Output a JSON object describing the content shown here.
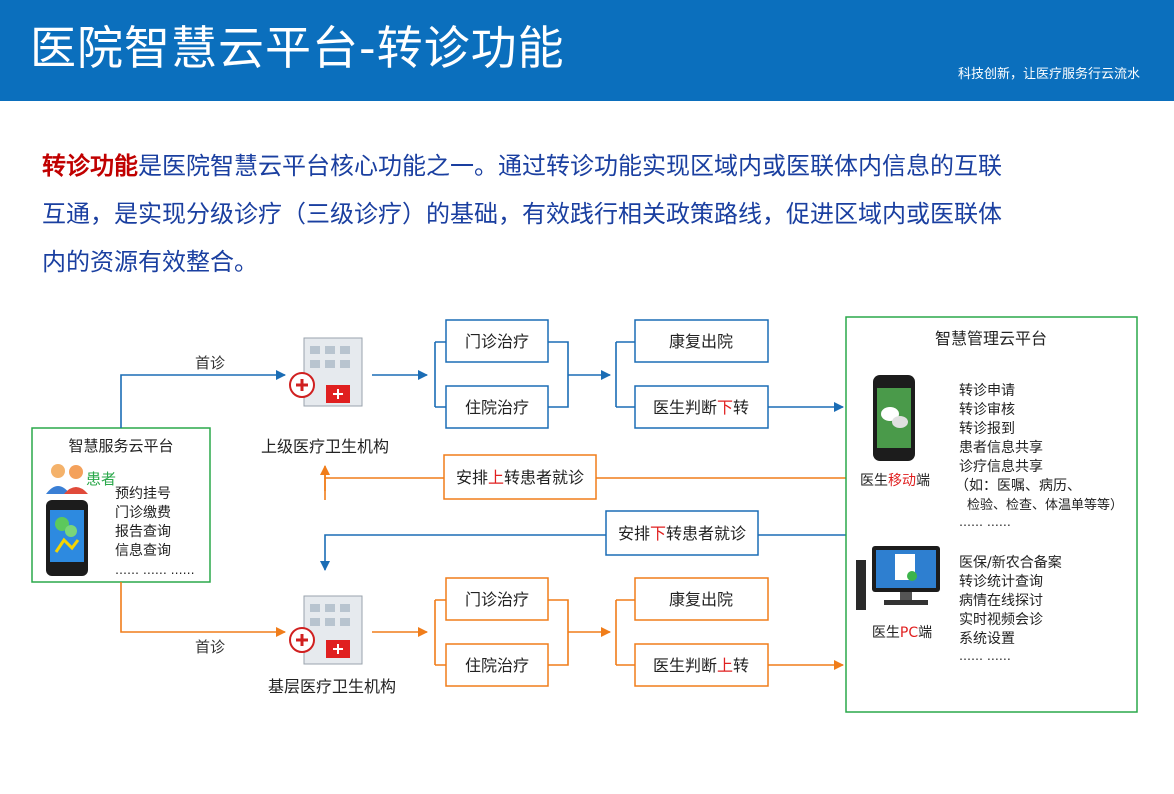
{
  "header": {
    "title": "医院智慧云平台-转诊功能",
    "slogan": "科技创新，让医疗服务行云流水"
  },
  "intro": {
    "highlight": "转诊功能",
    "line1_rest": "是医院智慧云平台核心功能之一。通过转诊功能实现区域内或医联体内信息的互联",
    "line2": "互通，是实现分级诊疗（三级诊疗）的基础，有效践行相关政策路线，促进区域内或医联体",
    "line3": "内的资源有效整合。"
  },
  "diagram": {
    "service_platform": {
      "title": "智慧服务云平台",
      "patient_label": "患者",
      "features": [
        "预约挂号",
        "门诊缴费",
        "报告查询",
        "信息查询",
        "…… …… ……"
      ]
    },
    "first_visit_label": "首诊",
    "upper_hospital": {
      "name": "上级医疗卫生机构",
      "outpatient": "门诊治疗",
      "inpatient": "住院治疗",
      "rehab": "康复出院",
      "judge_prefix": "医生判断",
      "judge_key": "下",
      "judge_suffix": "转"
    },
    "lower_hospital": {
      "name": "基层医疗卫生机构",
      "outpatient": "门诊治疗",
      "inpatient": "住院治疗",
      "rehab": "康复出院",
      "judge_prefix": "医生判断",
      "judge_key": "上",
      "judge_suffix": "转"
    },
    "arrange_up": {
      "prefix": "安排",
      "key": "上",
      "suffix": "转患者就诊"
    },
    "arrange_down": {
      "prefix": "安排",
      "key": "下",
      "suffix": "转患者就诊"
    },
    "management_platform": {
      "title": "智慧管理云平台",
      "mobile_label_prefix": "医生",
      "mobile_label_key": "移动",
      "mobile_label_suffix": "端",
      "mobile_features": [
        "转诊申请",
        "转诊审核",
        "转诊报到",
        "患者信息共享",
        "诊疗信息共享",
        "（如：医嘱、病历、",
        "检验、检查、体温单等等）",
        "…… ……"
      ],
      "pc_label_prefix": "医生",
      "pc_label_key": "PC",
      "pc_label_suffix": "端",
      "pc_features": [
        "医保/新农合备案",
        "转诊统计查询",
        "病情在线探讨",
        "实时视频会诊",
        "系统设置",
        "…… ……"
      ]
    },
    "colors": {
      "blue": "#1b6db5",
      "orange": "#f07d1a",
      "green": "#2aa84a",
      "red": "#e02020"
    }
  }
}
